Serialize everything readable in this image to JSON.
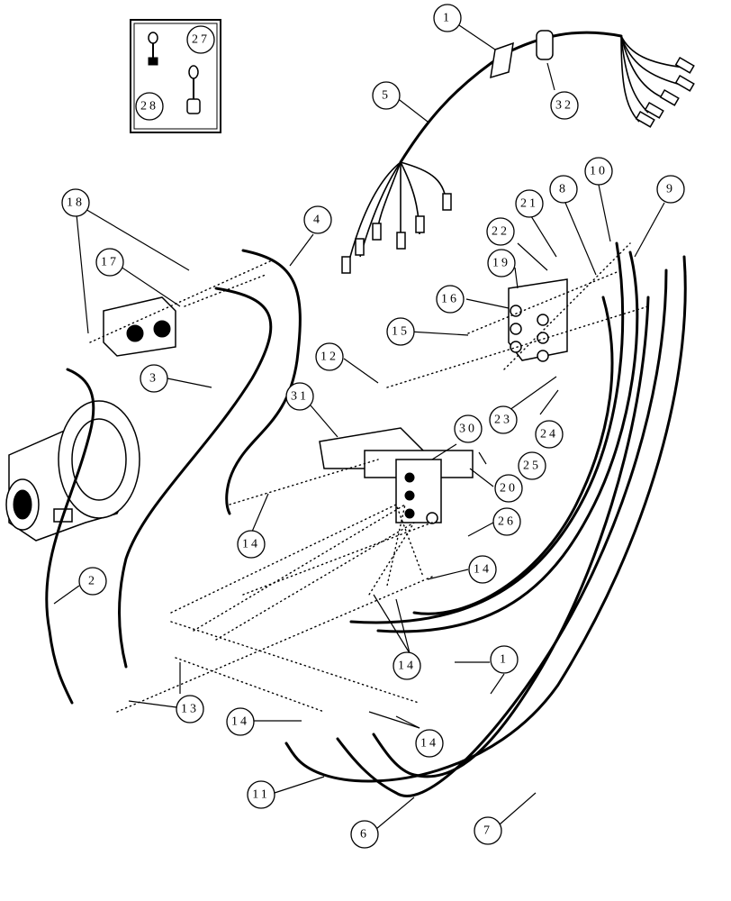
{
  "diagram": {
    "callouts": [
      {
        "id": "c1a",
        "label": "1"
      },
      {
        "id": "c1b",
        "label": "1"
      },
      {
        "id": "c2",
        "label": "2"
      },
      {
        "id": "c3",
        "label": "3"
      },
      {
        "id": "c4",
        "label": "4"
      },
      {
        "id": "c5",
        "label": "5"
      },
      {
        "id": "c6",
        "label": "6"
      },
      {
        "id": "c7",
        "label": "7"
      },
      {
        "id": "c8",
        "label": "8"
      },
      {
        "id": "c9",
        "label": "9"
      },
      {
        "id": "c10",
        "label": "10"
      },
      {
        "id": "c11",
        "label": "11"
      },
      {
        "id": "c12",
        "label": "12"
      },
      {
        "id": "c13",
        "label": "13"
      },
      {
        "id": "c14a",
        "label": "14"
      },
      {
        "id": "c14b",
        "label": "14"
      },
      {
        "id": "c14c",
        "label": "14"
      },
      {
        "id": "c14d",
        "label": "14"
      },
      {
        "id": "c14e",
        "label": "14"
      },
      {
        "id": "c15",
        "label": "15"
      },
      {
        "id": "c16",
        "label": "16"
      },
      {
        "id": "c17",
        "label": "17"
      },
      {
        "id": "c18",
        "label": "18"
      },
      {
        "id": "c19",
        "label": "19"
      },
      {
        "id": "c20",
        "label": "20"
      },
      {
        "id": "c21",
        "label": "21"
      },
      {
        "id": "c22",
        "label": "22"
      },
      {
        "id": "c23",
        "label": "23"
      },
      {
        "id": "c24",
        "label": "24"
      },
      {
        "id": "c25",
        "label": "25"
      },
      {
        "id": "c26",
        "label": "26"
      },
      {
        "id": "c27",
        "label": "27"
      },
      {
        "id": "c28",
        "label": "28"
      },
      {
        "id": "c30",
        "label": "30"
      },
      {
        "id": "c31",
        "label": "31"
      },
      {
        "id": "c32",
        "label": "32"
      }
    ],
    "colors": {
      "line": "#000000",
      "background": "#ffffff"
    }
  }
}
